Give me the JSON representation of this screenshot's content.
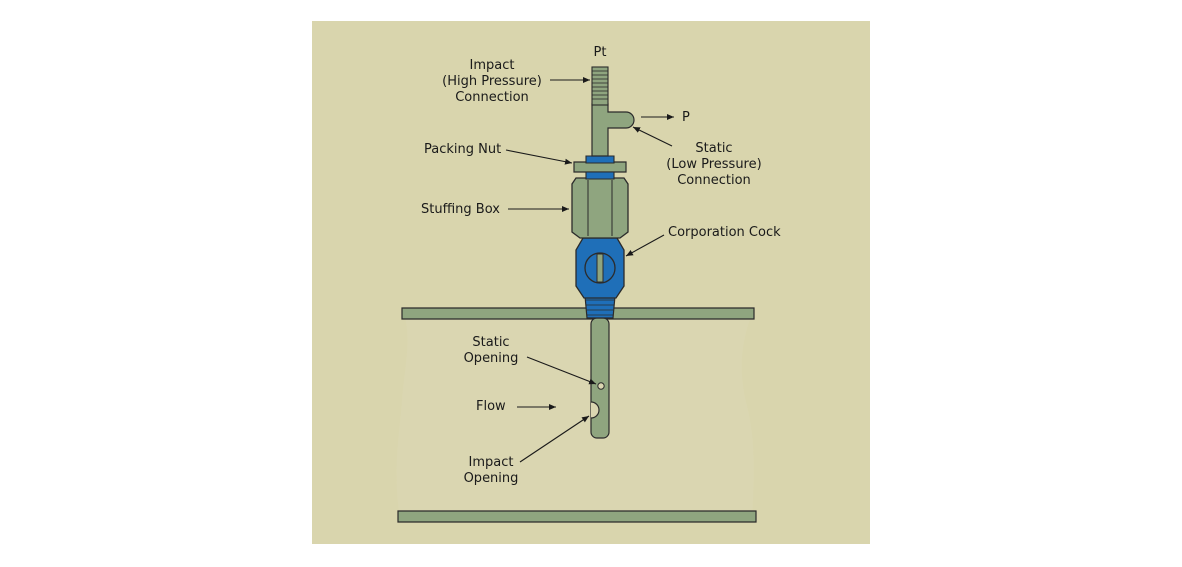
{
  "colors": {
    "panel_background": "#d9d5ad",
    "pipe_body": "#dad6b1",
    "pipe_wall": "#8fa57f",
    "tube": "#8fa57f",
    "cock_blue": "#1f6fb8",
    "outline": "#2b2b2b"
  },
  "labels": {
    "pt": "Pt",
    "p": "P",
    "impact_connection": [
      "Impact",
      "(High Pressure)",
      "Connection"
    ],
    "static_connection": [
      "Static",
      "(Low Pressure)",
      "Connection"
    ],
    "packing_nut": "Packing Nut",
    "stuffing_box": "Stuffing Box",
    "corporation_cock": "Corporation Cock",
    "static_opening": [
      "Static",
      "Opening"
    ],
    "flow": "Flow",
    "impact_opening": [
      "Impact",
      "Opening"
    ]
  }
}
